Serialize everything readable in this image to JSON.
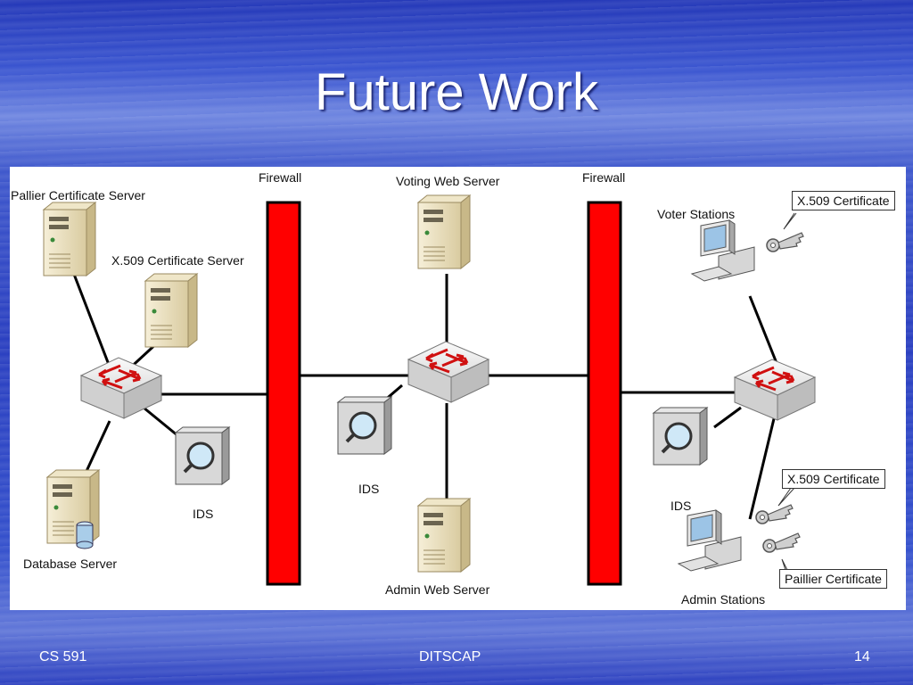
{
  "slide": {
    "title": "Future Work",
    "footer_left": "CS 591",
    "footer_center": "DITSCAP",
    "footer_right": "14"
  },
  "diagram": {
    "labels": {
      "pallier_cert_server": "Pallier Certificate Server",
      "x509_cert_server": "X.509 Certificate Server",
      "database_server": "Database Server",
      "ids_left": "IDS",
      "firewall_left": "Firewall",
      "voting_web_server": "Voting Web Server",
      "ids_center": "IDS",
      "admin_web_server": "Admin Web Server",
      "firewall_right": "Firewall",
      "voter_stations": "Voter Stations",
      "ids_right": "IDS",
      "admin_stations": "Admin  Stations"
    },
    "callouts": {
      "voter_x509": "X.509 Certificate",
      "admin_x509": "X.509 Certificate",
      "admin_paillier": "Paillier Certificate"
    },
    "colors": {
      "firewall": "#ff0000",
      "server": "#e8dcb8",
      "switch": "#ededed",
      "arrow": "#d01010"
    }
  }
}
